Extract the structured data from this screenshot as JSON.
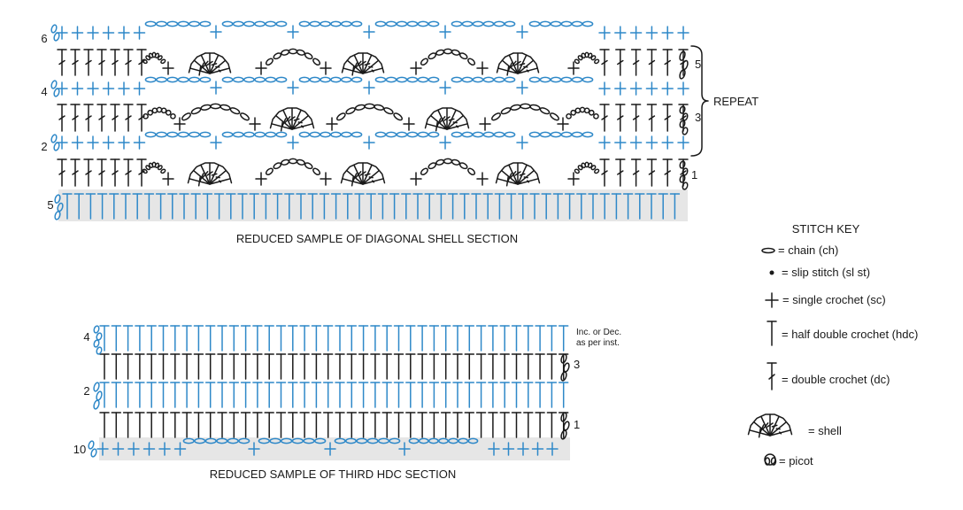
{
  "diagram1": {
    "caption": "REDUCED SAMPLE OF DIAGONAL SHELL SECTION",
    "row_labels": [
      {
        "text": "6",
        "side": "left"
      },
      {
        "text": "4",
        "side": "left"
      },
      {
        "text": "2",
        "side": "left"
      },
      {
        "text": "5",
        "side": "left"
      },
      {
        "text": "5",
        "side": "right"
      },
      {
        "text": "3",
        "side": "right"
      },
      {
        "text": "1",
        "side": "right"
      }
    ],
    "repeat_label": "REPEAT"
  },
  "diagram2": {
    "caption": "REDUCED SAMPLE OF THIRD HDC SECTION",
    "row_labels": [
      {
        "text": "4",
        "side": "left"
      },
      {
        "text": "2",
        "side": "left"
      },
      {
        "text": "10",
        "side": "left"
      },
      {
        "text": "3",
        "side": "right"
      },
      {
        "text": "1",
        "side": "right"
      }
    ],
    "note_lines": [
      "Inc. or Dec.",
      "as per inst."
    ]
  },
  "stitch_key": {
    "title": "STITCH KEY",
    "items": [
      {
        "icon": "chain-icon",
        "label": "= chain (ch)"
      },
      {
        "icon": "slip-stitch-icon",
        "label": "= slip stitch (sl st)"
      },
      {
        "icon": "single-crochet-icon",
        "label": "= single crochet (sc)"
      },
      {
        "icon": "half-double-crochet-icon",
        "label": "= half double crochet (hdc)"
      },
      {
        "icon": "double-crochet-icon",
        "label": "= double crochet (dc)"
      },
      {
        "icon": "shell-icon",
        "label": "= shell"
      },
      {
        "icon": "picot-icon",
        "label": "= picot"
      }
    ]
  },
  "colors": {
    "row_odd": "#1a1a1a",
    "row_even": "#2e88c8",
    "foundation_band": "#e6e6e6"
  }
}
